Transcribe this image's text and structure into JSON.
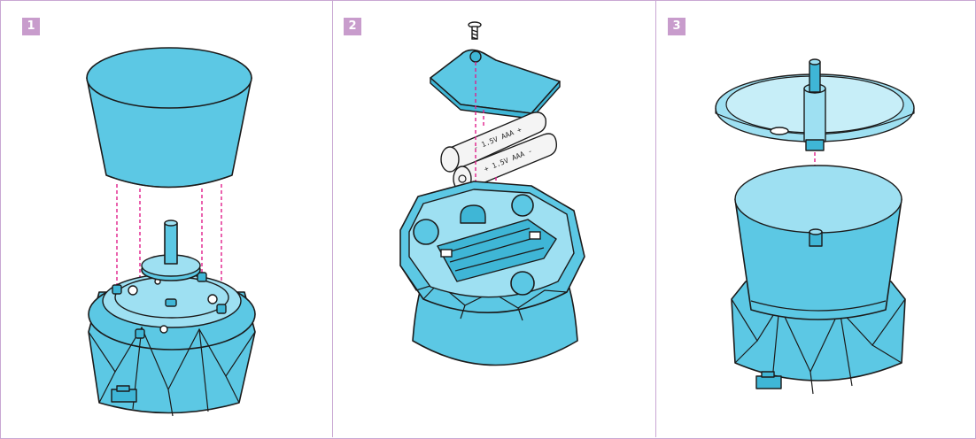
{
  "steps": [
    {
      "number": "1"
    },
    {
      "number": "2"
    },
    {
      "number": "3"
    }
  ],
  "battery_labels": {
    "back": "- 1.5V AAA +",
    "front": "+ 1.5V AAA -"
  },
  "colors": {
    "part_fill": "#5cc8e4",
    "part_light": "#9ee0f2",
    "outline": "#1b1b1b",
    "guide_line": "#e0208c",
    "badge": "#c89ccc",
    "border": "#c9a7d3"
  }
}
